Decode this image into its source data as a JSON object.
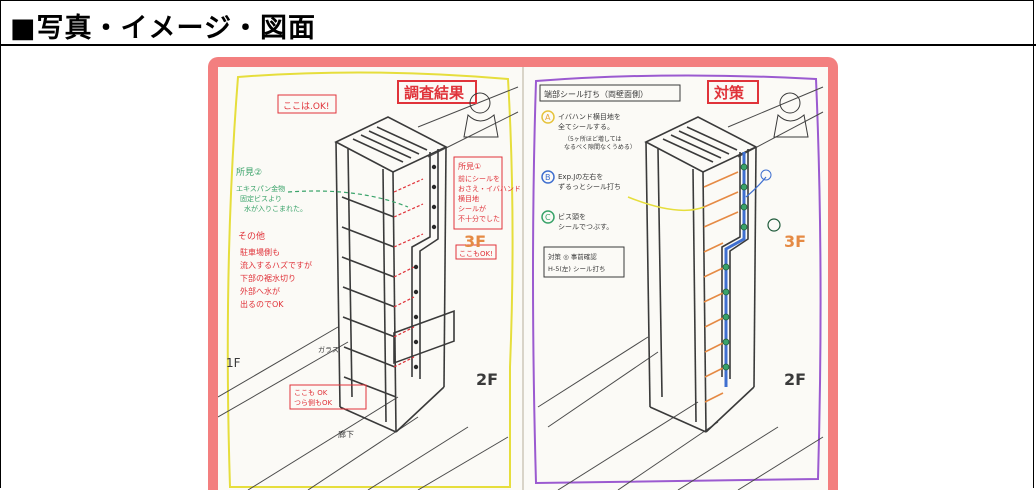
{
  "header": {
    "title": "■写真・イメージ・図面"
  },
  "sketch": {
    "left_panel": {
      "heading": "調査結果",
      "note_ok": "ここは.OK!",
      "note_area2_title": "所見②",
      "note_area2_body": "エキスパン金物\n固定ビスより\n水が入りこまれた。",
      "note_other_title": "その他",
      "note_other_body": "駐車場側も\n流入するハズですが\n下部の裾水切り\n外部へ水が\n出るのでOK",
      "note_area1_title": "所見①",
      "note_area1_body": "前にシールを\nおさえ・イバハンド\n横目地\nシールが\n不十分でした",
      "note_here_ok": "ここもOK!",
      "note_bottom_ok": "ここも OK\nつら側もOK",
      "label_3f": "3F",
      "label_2f": "2F",
      "label_1f": "1F",
      "label_glass": "ガラス",
      "label_corridor": "廊下"
    },
    "right_panel": {
      "heading": "対策",
      "subtitle": "端部シール打ち（両壁面側）",
      "step_a": "イバハンド横目地を\n全てシールする。",
      "step_a_note": "（5ヶ所ほど増しては\nなるべく隙間なくうめる）",
      "step_b": "Exp.Jの左右を\nずるっとシール打ち",
      "step_c": "ビス頭を\nシールでつぶす。",
      "box_text": "対策 ◎ 事前確認\nH-5(左) シール打ち",
      "marker_a": "A",
      "marker_b": "B",
      "marker_c": "C",
      "label_3f": "3F",
      "label_2f": "2F"
    }
  },
  "colors": {
    "photo_border": "#f37f7f",
    "pencil": "#3a3a3a",
    "red_ink": "#e0333a",
    "yellow_ink": "#e6de3c",
    "purple_ink": "#9b5ad0",
    "green_ink": "#3aa36a",
    "orange_ink": "#e58a44",
    "blue_ink": "#3f6fd0"
  }
}
